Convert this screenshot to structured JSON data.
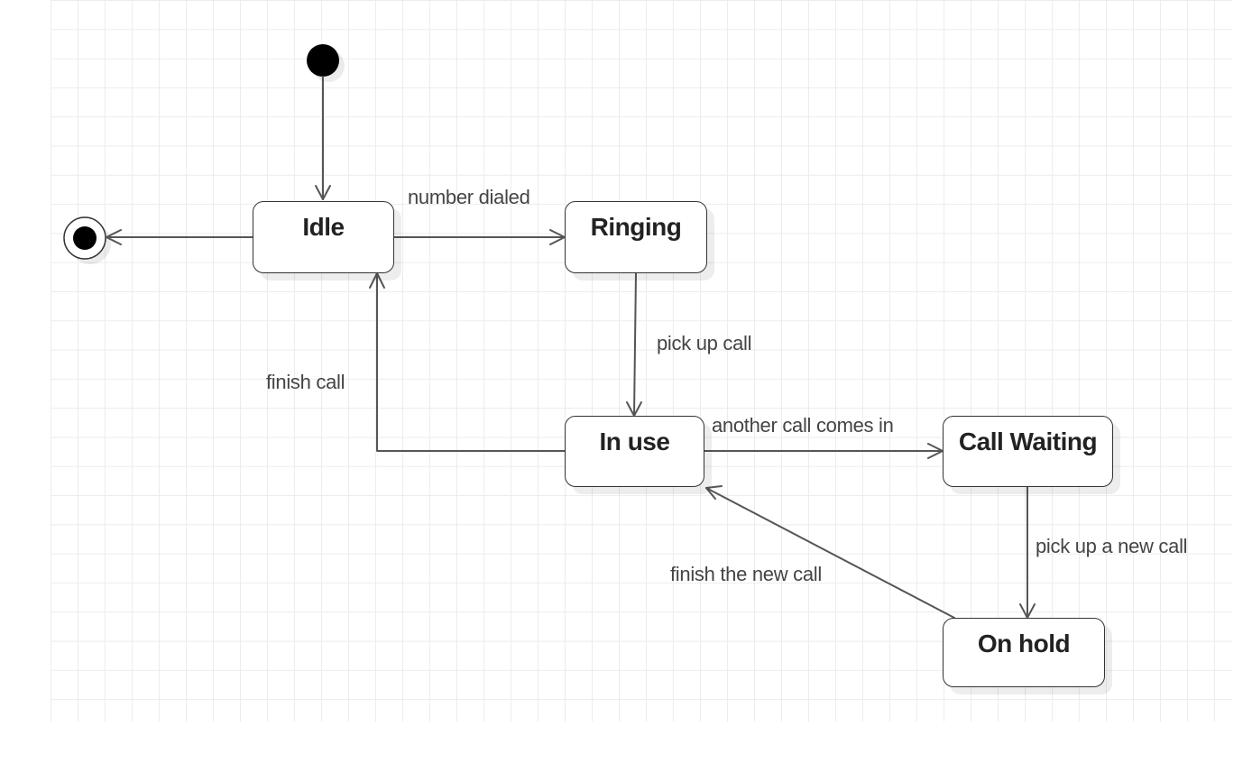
{
  "diagram": {
    "states": {
      "idle": "Idle",
      "ringing": "Ringing",
      "in_use": "In use",
      "call_waiting": "Call Waiting",
      "on_hold": "On hold"
    },
    "transitions": {
      "number_dialed": "number dialed",
      "pick_up_call": "pick up call",
      "finish_call": "finish call",
      "another_call_comes_in": "another call comes in",
      "pick_up_a_new_call": "pick up a new call",
      "finish_the_new_call": "finish the new call"
    },
    "colors": {
      "line": "#555555",
      "border": "#333333",
      "text": "#222222",
      "grid": "#ececec"
    }
  }
}
